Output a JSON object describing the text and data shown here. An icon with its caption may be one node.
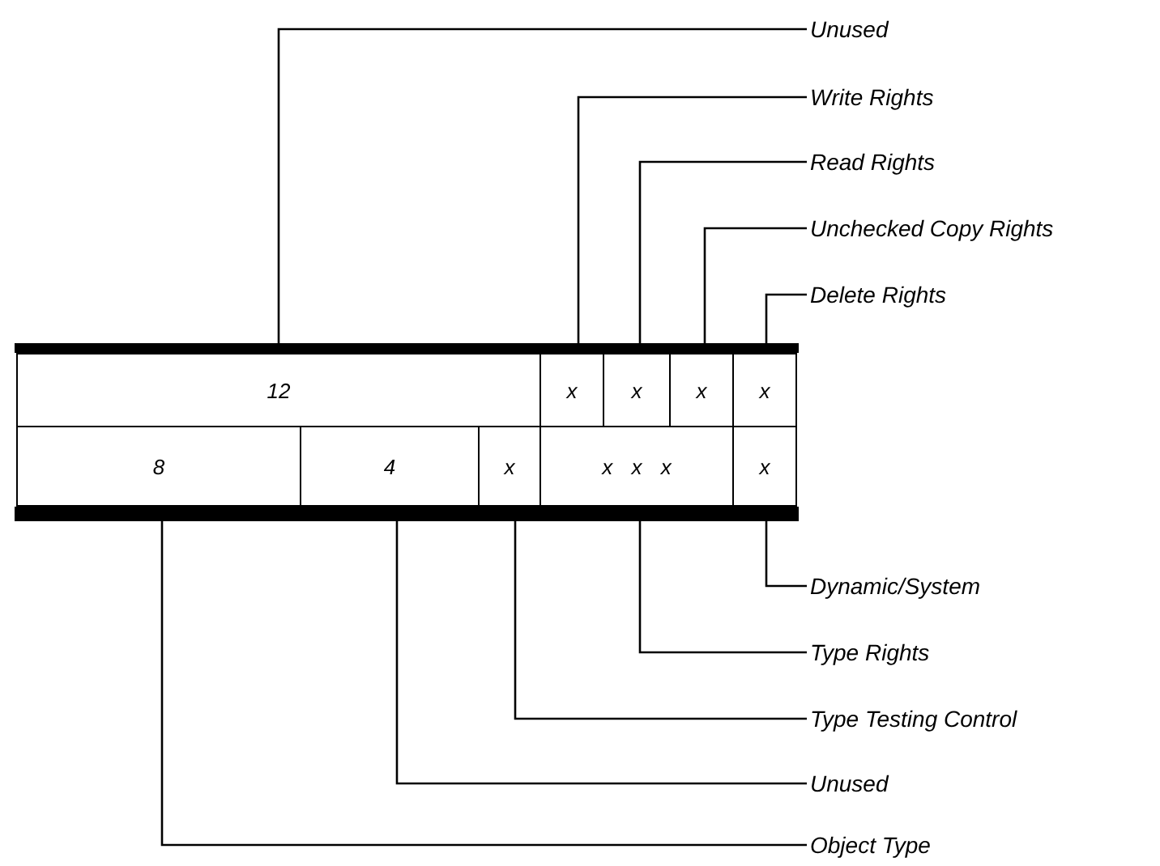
{
  "diagram": {
    "nodes": [
      {
        "text": [
          "12"
        ]
      },
      {
        "text": [
          "x"
        ]
      },
      {
        "text": [
          "x"
        ]
      },
      {
        "text": [
          "x"
        ]
      },
      {
        "text": [
          "x"
        ]
      },
      {
        "text": [
          "8"
        ]
      },
      {
        "text": [
          "4"
        ]
      },
      {
        "text": [
          "x"
        ]
      },
      {
        "text": [
          "x x x"
        ]
      },
      {
        "text": [
          "x"
        ]
      },
      {
        "text": [
          "Unused"
        ]
      },
      {
        "text": [
          "Write Rights"
        ]
      },
      {
        "text": [
          "Read Rights"
        ]
      },
      {
        "text": [
          "Unchecked Copy Rights"
        ]
      },
      {
        "text": [
          "Delete Rights"
        ]
      },
      {
        "text": [
          "Dynamic/System"
        ]
      },
      {
        "text": [
          "Type Rights"
        ]
      },
      {
        "text": [
          "Type Testing Control"
        ]
      },
      {
        "text": [
          "Unused"
        ]
      },
      {
        "text": [
          "Object Type"
        ]
      }
    ],
    "edges": [
      {
        "from": 10,
        "to": 0,
        "arrow": "none"
      },
      {
        "from": 11,
        "to": 1,
        "arrow": "none"
      },
      {
        "from": 12,
        "to": 2,
        "arrow": "none"
      },
      {
        "from": 13,
        "to": 3,
        "arrow": "none"
      },
      {
        "from": 14,
        "to": 4,
        "arrow": "none"
      },
      {
        "from": 15,
        "to": 9,
        "arrow": "none"
      },
      {
        "from": 16,
        "to": 8,
        "arrow": "none"
      },
      {
        "from": 17,
        "to": 7,
        "arrow": "none"
      },
      {
        "from": 18,
        "to": 6,
        "arrow": "none"
      },
      {
        "from": 19,
        "to": 5,
        "arrow": "none"
      }
    ]
  }
}
